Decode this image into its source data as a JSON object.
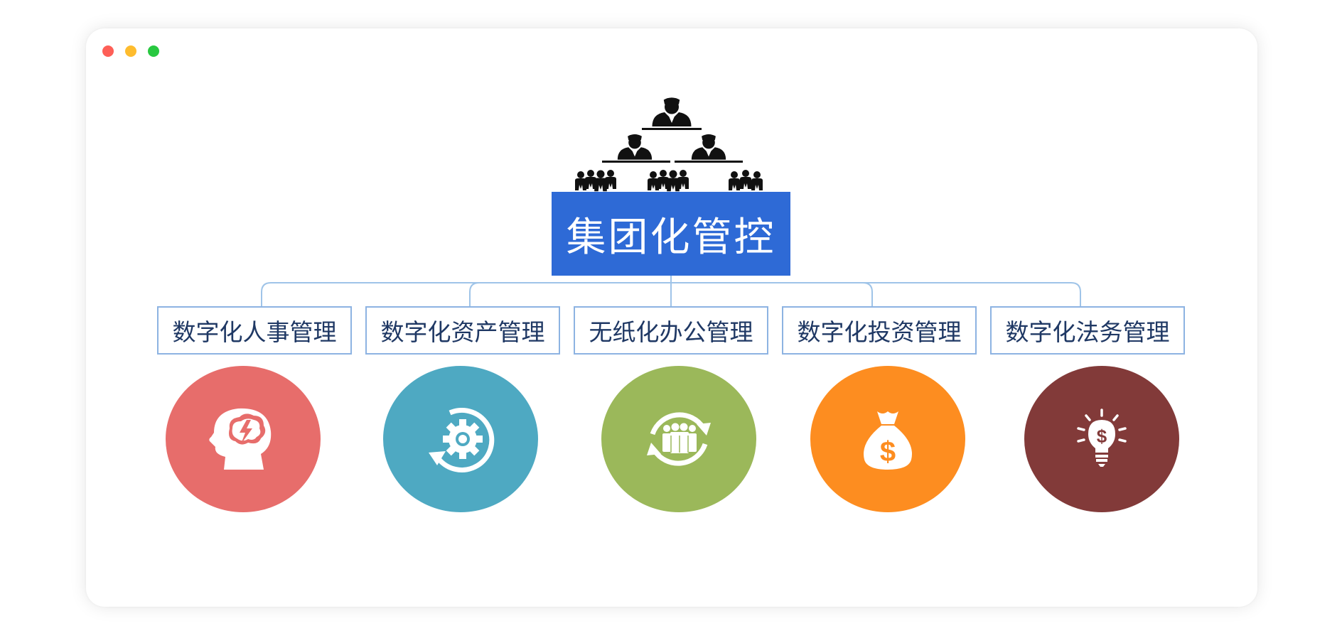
{
  "diagram": {
    "title": "集团化管控",
    "title_color": "#2e6ad6",
    "categories": [
      {
        "label": "数字化人事管理",
        "color": "#e76d6b",
        "icon": "brain-lightning-icon"
      },
      {
        "label": "数字化资产管理",
        "color": "#4ea9c2",
        "icon": "gear-cycle-icon"
      },
      {
        "label": "无纸化办公管理",
        "color": "#9bb85a",
        "icon": "team-cycle-icon"
      },
      {
        "label": "数字化投资管理",
        "color": "#fd8d20",
        "icon": "money-bag-icon"
      },
      {
        "label": "数字化法务管理",
        "color": "#823a39",
        "icon": "lightbulb-dollar-icon"
      }
    ]
  }
}
